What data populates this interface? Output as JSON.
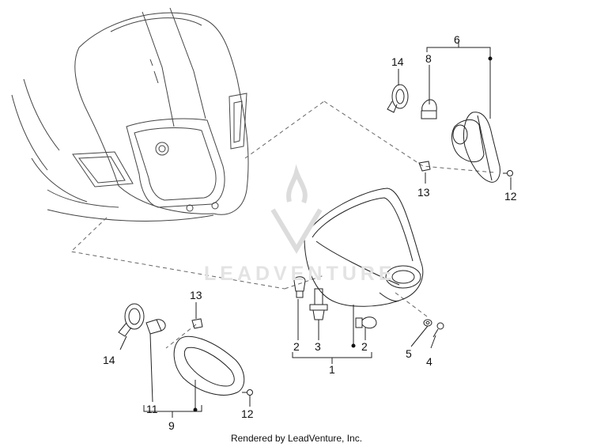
{
  "watermark_text": "LEADVENTURE",
  "footer_text": "Rendered by LeadVenture, Inc.",
  "callouts": {
    "c1": "1",
    "c2a": "2",
    "c2b": "2",
    "c3": "3",
    "c4": "4",
    "c5": "5",
    "c6": "6",
    "c8": "8",
    "c9": "9",
    "c11": "11",
    "c12a": "12",
    "c12b": "12",
    "c13a": "13",
    "c13b": "13",
    "c14a": "14",
    "c14b": "14"
  }
}
